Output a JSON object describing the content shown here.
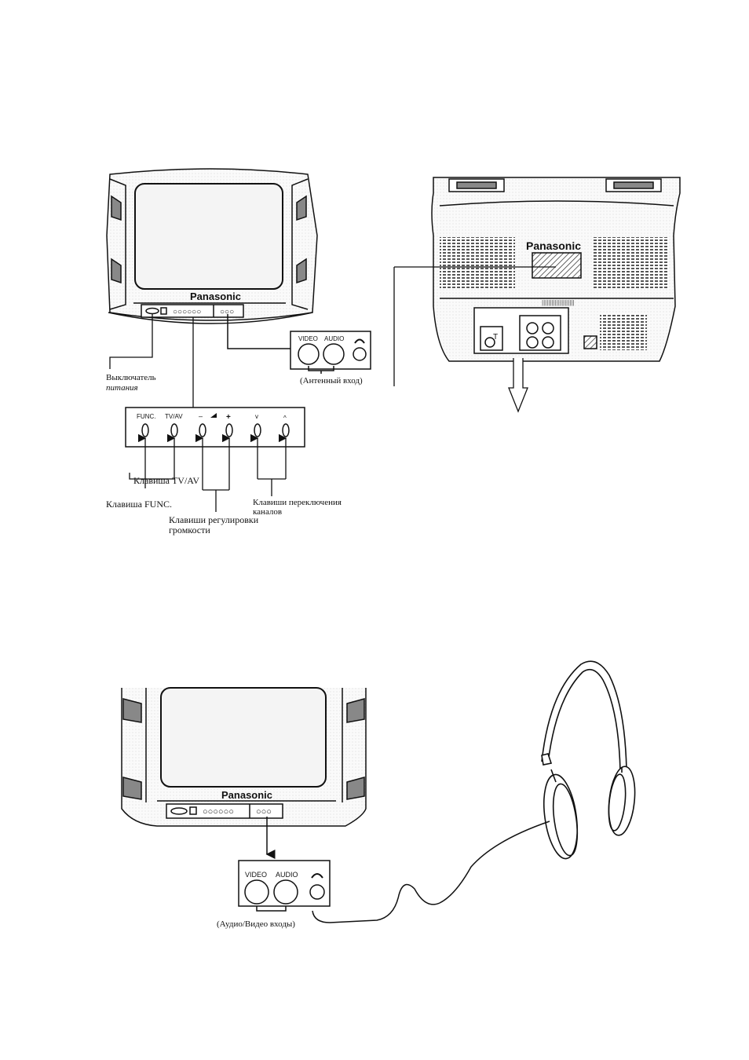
{
  "brand": "Panasonic",
  "front_view": {
    "jack_panel": {
      "video": "VIDEO",
      "audio": "AUDIO"
    },
    "power_label_line1": "Выключатель",
    "power_label_line2": "питания",
    "antenna_label": "(Антенный вход)",
    "keypad": {
      "func": "FUNC.",
      "tvav": "TV/AV",
      "vol_minus": "–",
      "vol_plus": "+",
      "ch_down": "v",
      "ch_up": "^"
    },
    "key_tvav_label": "Клавиша TV/AV",
    "key_func_label": "Клавиша FUNC.",
    "channel_keys_line1": "Клавиши переключения",
    "channel_keys_line2": "каналов",
    "volume_keys_line1": "Клавиши регулировки",
    "volume_keys_line2": "громкости"
  },
  "headphones_view": {
    "jack_panel": {
      "video": "VIDEO",
      "audio": "AUDIO"
    },
    "av_inputs_label": "(Аудио/Видео входы)"
  },
  "colors": {
    "ink": "#111111",
    "screen": "#f4f4f4",
    "panel": "#ffffff"
  }
}
